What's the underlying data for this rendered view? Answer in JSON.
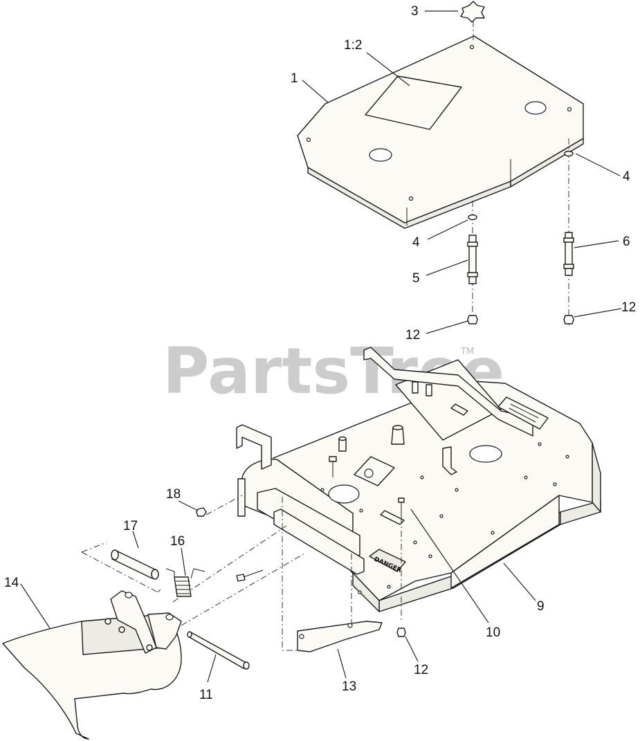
{
  "watermark": {
    "text": "PartsTree",
    "trademark": "TM"
  },
  "decal": {
    "danger_text": "DANGER"
  },
  "callouts": [
    {
      "id": "c-1-2",
      "label": "1:2"
    },
    {
      "id": "c-1",
      "label": "1"
    },
    {
      "id": "c-3",
      "label": "3"
    },
    {
      "id": "c-4a",
      "label": "4"
    },
    {
      "id": "c-4b",
      "label": "4"
    },
    {
      "id": "c-5",
      "label": "5"
    },
    {
      "id": "c-6",
      "label": "6"
    },
    {
      "id": "c-12a",
      "label": "12"
    },
    {
      "id": "c-12b",
      "label": "12"
    },
    {
      "id": "c-12c",
      "label": "12"
    },
    {
      "id": "c-18",
      "label": "18"
    },
    {
      "id": "c-17",
      "label": "17"
    },
    {
      "id": "c-16",
      "label": "16"
    },
    {
      "id": "c-14",
      "label": "14"
    },
    {
      "id": "c-11",
      "label": "11"
    },
    {
      "id": "c-13",
      "label": "13"
    },
    {
      "id": "c-10",
      "label": "10"
    },
    {
      "id": "c-9",
      "label": "9"
    }
  ]
}
